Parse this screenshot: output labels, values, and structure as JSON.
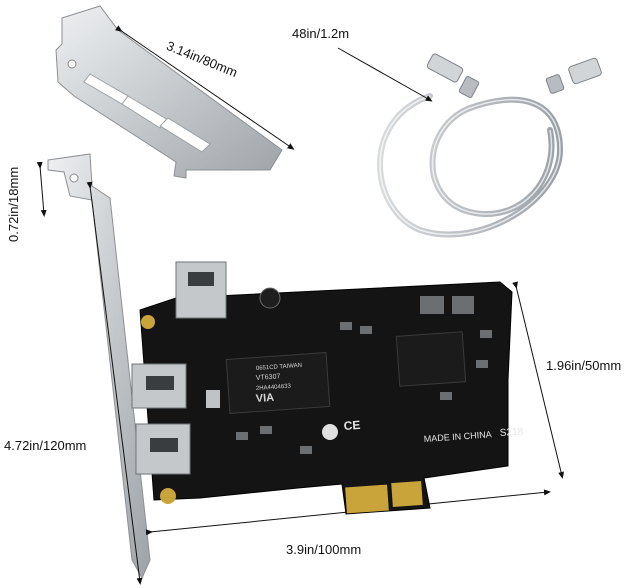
{
  "labels": {
    "bracket_width": "3.14in/80mm",
    "cable_length": "48in/1.2m",
    "bracket_tab": "0.72in/18mm",
    "card_height": "1.96in/50mm",
    "bracket_height": "4.72in/120mm",
    "card_length": "3.9in/100mm"
  },
  "chip_text": {
    "controller_brand": "VIA",
    "controller_part": "VT6307",
    "controller_origin": "0651CD TAIWAN",
    "controller_lot": "2HA4404633",
    "made_in": "MADE IN CHINA",
    "model": "S218",
    "ce": "CE"
  },
  "colors": {
    "pcb": "#141414",
    "metal": "#cfd3d6",
    "gold": "#c9a43a"
  }
}
